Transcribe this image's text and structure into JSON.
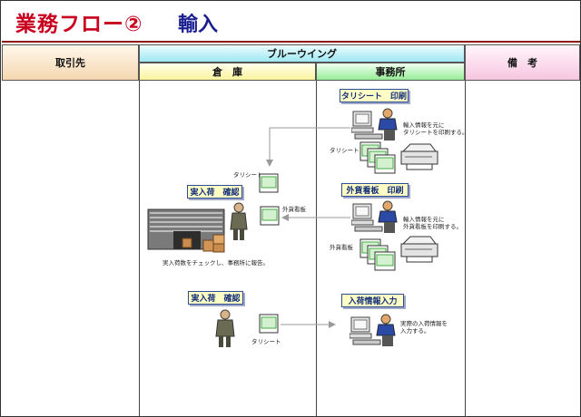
{
  "title": "業務フロー②",
  "subtitle": "輸入",
  "headers": {
    "left": "取引先",
    "top": "ブルーウイング",
    "warehouse": "倉　庫",
    "office": "事務所",
    "right": "備　考"
  },
  "boxes": {
    "tally_print": "タリシート　印刷",
    "outside_print": "外貨看板　印刷",
    "arrival_check_1": "実入荷　確認",
    "arrival_check_2": "実入荷　確認",
    "arrival_input": "入荷情報入力"
  },
  "labels": {
    "tally_desc_1": "輸入情報を元に",
    "tally_desc_2": "タリシートを印刷する。",
    "tally_sheet_office": "タリシート",
    "tally_sheet_wh": "タリシート",
    "outside_desc_1": "輸入情報を元に",
    "outside_desc_2": "外貨看板を印刷する。",
    "outside_sheet_office": "外貨看板",
    "outside_sheet_wh": "外貨看板",
    "check_desc": "実入荷数をチェックし、事務所に報告。",
    "tally_sheet_bottom": "タリシート",
    "input_desc_1": "実際の入荷情報を",
    "input_desc_2": "入力する。"
  },
  "icons": [
    "computer-worker-icon",
    "printer-icon",
    "document-stack-icon",
    "warehouse-icon",
    "warehouse-worker-icon",
    "cardboard-box-icon",
    "sheet-icon"
  ],
  "colors": {
    "title": "#c8001e",
    "subtitle": "#1a1f8f",
    "box_fill": "#ffffc5",
    "box_text": "#122d7a",
    "arrow": "#9a9a9a"
  }
}
